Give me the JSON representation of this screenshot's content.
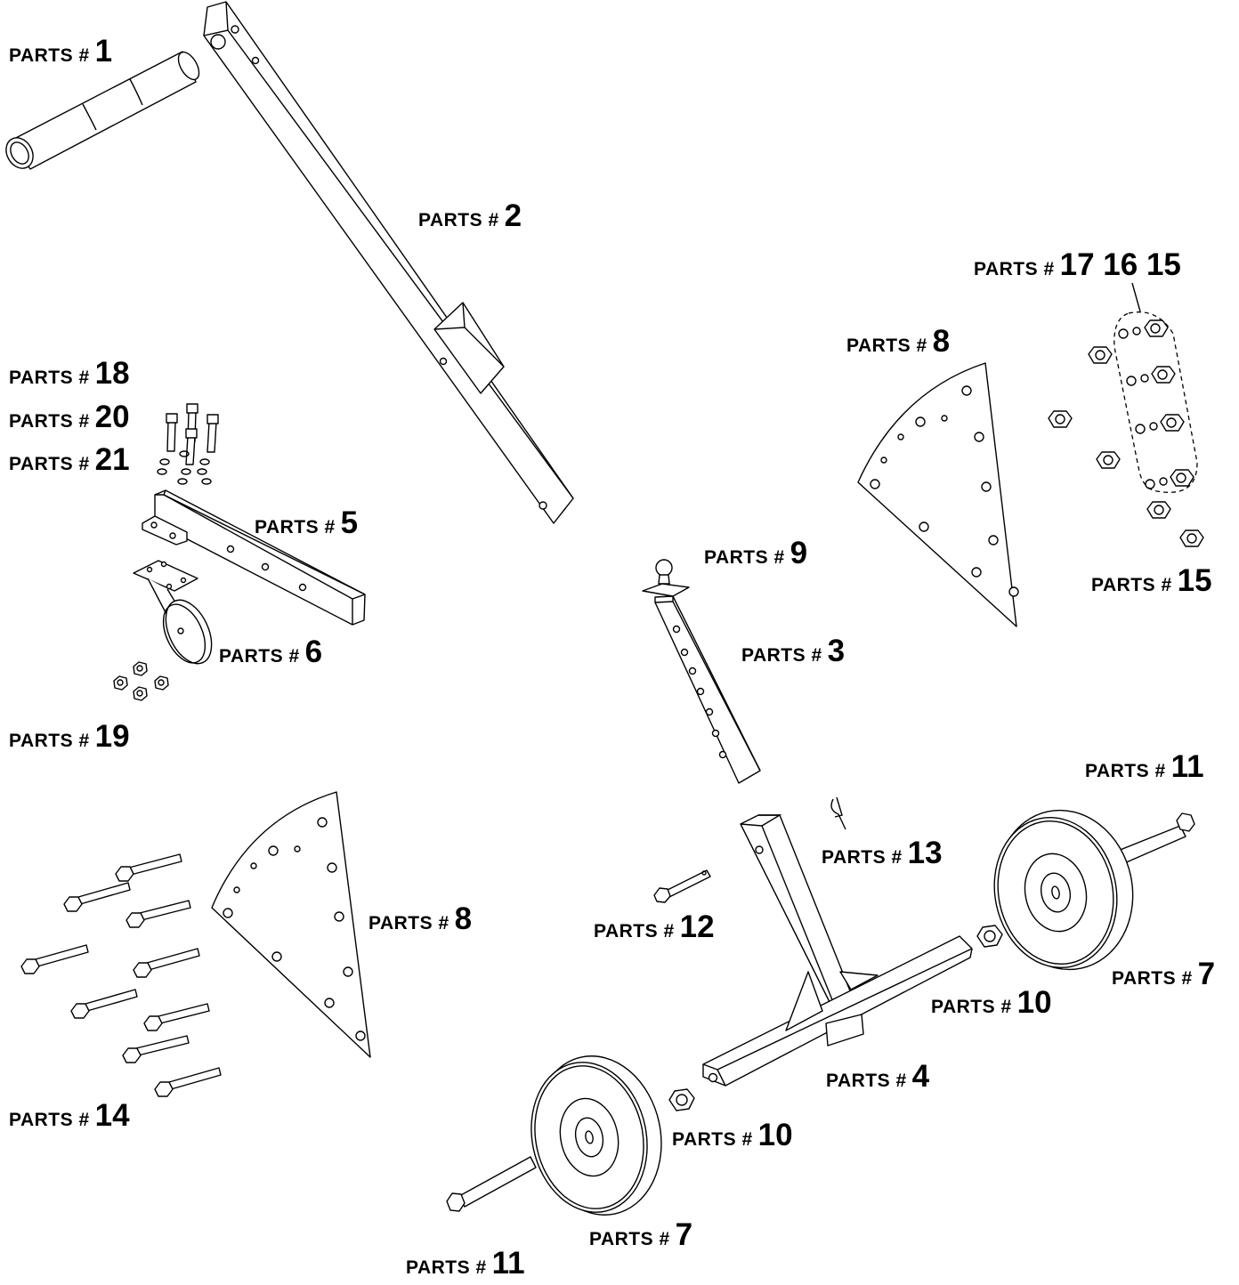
{
  "labels": {
    "prefix": "PARTS #",
    "p1": "1",
    "p2": "2",
    "p3": "3",
    "p4": "4",
    "p5": "5",
    "p6": "6",
    "p7a": "7",
    "p7b": "7",
    "p8a": "8",
    "p8b": "8",
    "p9": "9",
    "p10a": "10",
    "p10b": "10",
    "p11a": "11",
    "p11b": "11",
    "p12": "12",
    "p13": "13",
    "p14": "14",
    "p15": "15",
    "p17_16_15": "17 16 15",
    "p18": "18",
    "p19": "19",
    "p20": "20",
    "p21": "21"
  }
}
